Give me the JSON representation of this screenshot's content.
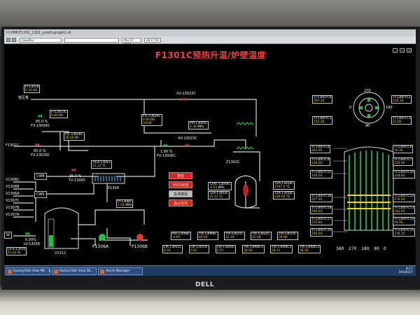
{
  "window": {
    "title_path": "D:\\HMI\\F1301_1301_predrygraph1.dl",
    "menu": "ViewPlus"
  },
  "toolbar": {
    "field1": "",
    "field2": "",
    "date": "Mar 07 2018",
    "time": "08:17:56"
  },
  "screen_title": "F1301C预热升温/炉壁温度",
  "window_buttons": [
    "_",
    "□",
    "X"
  ],
  "tags": {
    "fi13018": {
      "name": "FI-13018",
      "value": "0.39",
      "unit": "t/h"
    },
    "fi13013c": {
      "name": "FI-13013C",
      "value": "0.80",
      "unit": "t/h"
    },
    "fic13026c": {
      "name": "FIC-13026C",
      "value": "0.00",
      "sp": "1018t",
      "unit": "t/h"
    },
    "fic13026c_b": {
      "name": "FIC-13026C",
      "value": "36.00",
      "unit": "t/h"
    },
    "ptca13043": {
      "name": "TICA-13043",
      "value": "21.22",
      "unit": "°C"
    },
    "pia13065c": {
      "name": "PIA-13065C",
      "value": "0.38",
      "unit": "MPa"
    },
    "tza13054c": {
      "name": "TZA-13054C",
      "value": "22.31",
      "unit": "°C"
    },
    "tza13058c": {
      "name": "TZA-13058C",
      "value": "1397.5",
      "unit": "°C"
    },
    "tza13050c": {
      "name": "TZA-13050C",
      "value": "100.00",
      "unit": "°C"
    },
    "tzac13040c": {
      "name": "TZAC-13040C",
      "value": "-0.51",
      "unit": "MPa"
    },
    "pi13080": {
      "name": "PI-13080",
      "value": "1.04",
      "unit": "MPa"
    },
    "lica13056": {
      "name": "LICA-13056",
      "value": "41.03",
      "unit": "%"
    }
  },
  "valves": {
    "fv13004c": {
      "pct": "85.0 %",
      "name": "FV-13004C"
    },
    "fv13026c": {
      "pct": "85.0 %",
      "name": "FV-13026C"
    },
    "tv13045": {
      "pct": "35.0 %",
      "name": "TV-13045"
    },
    "fv13006c": {
      "pct": "1.90 %",
      "name": "FV-13006C"
    },
    "xv13022c": {
      "name": "XV-13022C"
    },
    "xv13023c": {
      "name": "XV-13023C"
    },
    "lv13056": {
      "pct": "0.00%",
      "name": "LV-13056"
    }
  },
  "labels": {
    "steam": "低压蒸",
    "f1301c": "F1301C",
    "cwr": "CWR",
    "cws": "CWS",
    "e1304": "E1304",
    "z1302c": "Z1302C",
    "v1312": "V1312",
    "p1306a": "P1306A",
    "p1306b": "P1306B",
    "lines": [
      "V1306C",
      "V1306B",
      "V1306A",
      "V1307C",
      "V1307B",
      "V1307A"
    ],
    "w": "W",
    "bottom_scale": [
      "360",
      "270",
      "180",
      "90",
      "0"
    ]
  },
  "ctrl_buttons": [
    {
      "label": "复位",
      "color": "#d8261f",
      "text": "#ffffff"
    },
    {
      "label": "XV13033",
      "color": "#d8261f",
      "text": "#ffffff"
    },
    {
      "label": "急停按钮",
      "color": "#bfbfbf",
      "text": "#111111"
    },
    {
      "label": "点火允许",
      "color": "#d8261f",
      "text": "#ffffff"
    }
  ],
  "bottom_tags": [
    {
      "name": "PIA-13068C",
      "value": "-0.95"
    },
    {
      "name": "TIA-13069C",
      "value": "46.69"
    },
    {
      "name": "TIA-13021C",
      "value": "32.33"
    },
    {
      "name": "TIA-13022C",
      "value": "32.08"
    },
    {
      "name": "TIA-13023C",
      "value": "39.96"
    },
    {
      "name": "LIA-13052C",
      "value": "0.54"
    },
    {
      "name": "LIA-13053C",
      "value": "0.87"
    },
    {
      "name": "LIA-13054C",
      "value": "0.57"
    },
    {
      "name": "TIA-13066C1",
      "value": "39.46"
    },
    {
      "name": "TIA-13066C2",
      "value": "38.31"
    },
    {
      "name": "TIA-13066C3",
      "value": "38.46"
    }
  ],
  "top_circle": {
    "top": "270",
    "left": "0",
    "right": "180",
    "bottom": "90"
  },
  "circle_tags": [
    {
      "name": "TI-13007C4",
      "value": "297.30"
    },
    {
      "name": "TI-13007C2",
      "value": "136.10"
    },
    {
      "name": "TI-13007C1",
      "value": "155.30"
    },
    {
      "name": "TI-13007C3",
      "value": "11.60"
    }
  ],
  "left_wall_tags": [
    {
      "name": "TI-13007C8",
      "value": "264.00"
    },
    {
      "name": "TI-13007C9",
      "value": "239.00"
    },
    {
      "name": "TI-13007C11",
      "value": "169.50"
    },
    {
      "name": "TI-13007C16",
      "value": "257.40"
    },
    {
      "name": "TI-13007C18",
      "value": "200.00"
    },
    {
      "name": "TI-13007C17",
      "value": "215.80"
    },
    {
      "name": "TI-13007C19",
      "value": "290.00"
    }
  ],
  "right_wall_tags": [
    {
      "name": "TI-13007C6",
      "value": "30.30"
    },
    {
      "name": "TI-13007C7",
      "value": "120.90"
    },
    {
      "name": "TI-13007C10",
      "value": "128.60"
    },
    {
      "name": "TI-13007C12",
      "value": "279.00"
    },
    {
      "name": "TI-13007C13",
      "value": "142.60"
    },
    {
      "name": "TI-13007C14",
      "value": "90.90"
    },
    {
      "name": "TI-13007C15",
      "value": "178.10"
    }
  ],
  "taskbar": {
    "items": [
      "FactoryTalk View ME - 1...",
      "FactoryTalk View SE...",
      "Alarm Manager",
      "..."
    ],
    "time": "8:17",
    "date": "2018/3/7"
  },
  "monitor_brand": "DELL",
  "colors": {
    "alarm_red": "#ff3a3a",
    "valve_green": "#23c43a",
    "valve_red": "#e23a2a",
    "pipe": "#d9d9d9",
    "furnace_green": "#1fa62e",
    "value_yellow": "#ffd400"
  }
}
